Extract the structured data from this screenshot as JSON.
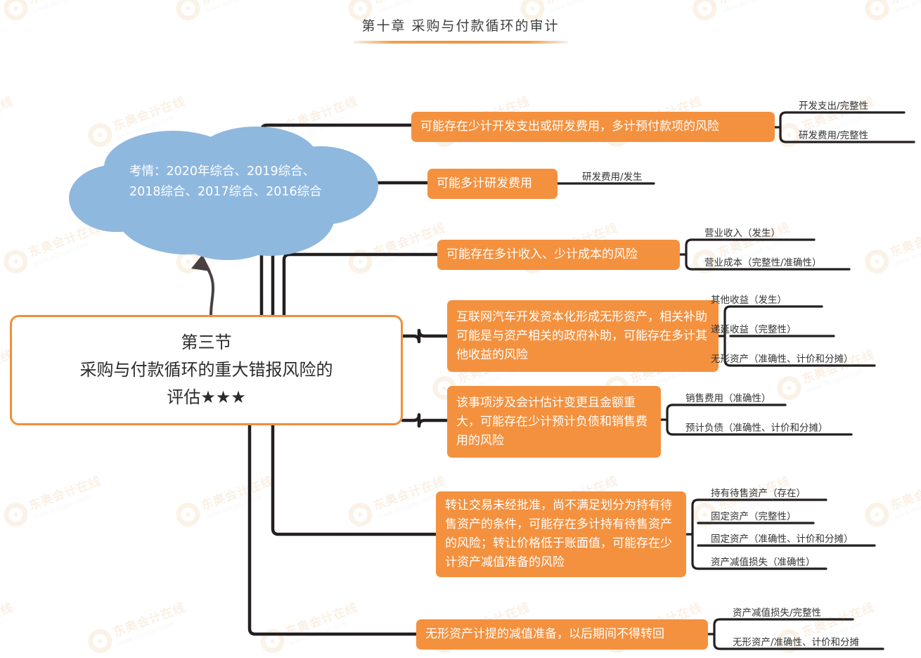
{
  "header": {
    "title": "第十章 采购与付款循环的审计",
    "rule_color": "#e8973f"
  },
  "colors": {
    "branch_fill": "#f4913f",
    "root_border": "#ef8f3c",
    "cloud_fill": "#8fb8df",
    "connector": "#231f20",
    "leaf_text": "#333333"
  },
  "cloud": {
    "name": "exam-history-cloud",
    "text": "考情：2020年综合、2019综合、2018综合、2017综合、2016综合"
  },
  "root": {
    "name": "root-node",
    "line1": "第三节",
    "line2": "采购与付款循环的重大错报风险的",
    "line3": "评估★★★"
  },
  "branches": [
    {
      "id": "branch-1",
      "text": "可能存在少计开发支出或研发费用，多计预付款项的风险",
      "leaves": [
        "开发支出/完整性",
        "研发费用/完整性"
      ]
    },
    {
      "id": "branch-2",
      "text": "可能多计研发费用",
      "leaves": [
        "研发费用/发生"
      ]
    },
    {
      "id": "branch-3",
      "text": "可能存在多计收入、少计成本的风险",
      "leaves": [
        "营业收入（发生）",
        "营业成本（完整性/准确性）"
      ]
    },
    {
      "id": "branch-4",
      "text": "互联网汽车开发资本化形成无形资产，相关补助可能是与资产相关的政府补助，可能存在多计其他收益的风险",
      "leaves": [
        "其他收益（发生）",
        "递延收益（完整性）",
        "无形资产（准确性、计价和分摊）"
      ]
    },
    {
      "id": "branch-5",
      "text": "该事项涉及会计估计变更且金额重大，可能存在少计预计负债和销售费用的风险",
      "leaves": [
        "销售费用（准确性）",
        "预计负债（准确性、计价和分摊）"
      ]
    },
    {
      "id": "branch-6",
      "text": "转让交易未经批准，尚不满足划分为持有待售资产的条件，可能存在多计持有待售资产的风险；转让价格低于账面值，可能存在少计资产减值准备的风险",
      "leaves": [
        "持有待售资产（存在）",
        "固定资产（完整性）",
        "固定资产（准确性、计价和分摊）",
        "资产减值损失（准确性）"
      ]
    },
    {
      "id": "branch-7",
      "text": "无形资产计提的减值准备，以后期间不得转回",
      "leaves": [
        "资产减值损失/完整性",
        "无形资产/准确性、计价和分摊"
      ]
    }
  ],
  "watermark": {
    "cn": "东奥会计在线",
    "en": "www.dongao.com"
  }
}
